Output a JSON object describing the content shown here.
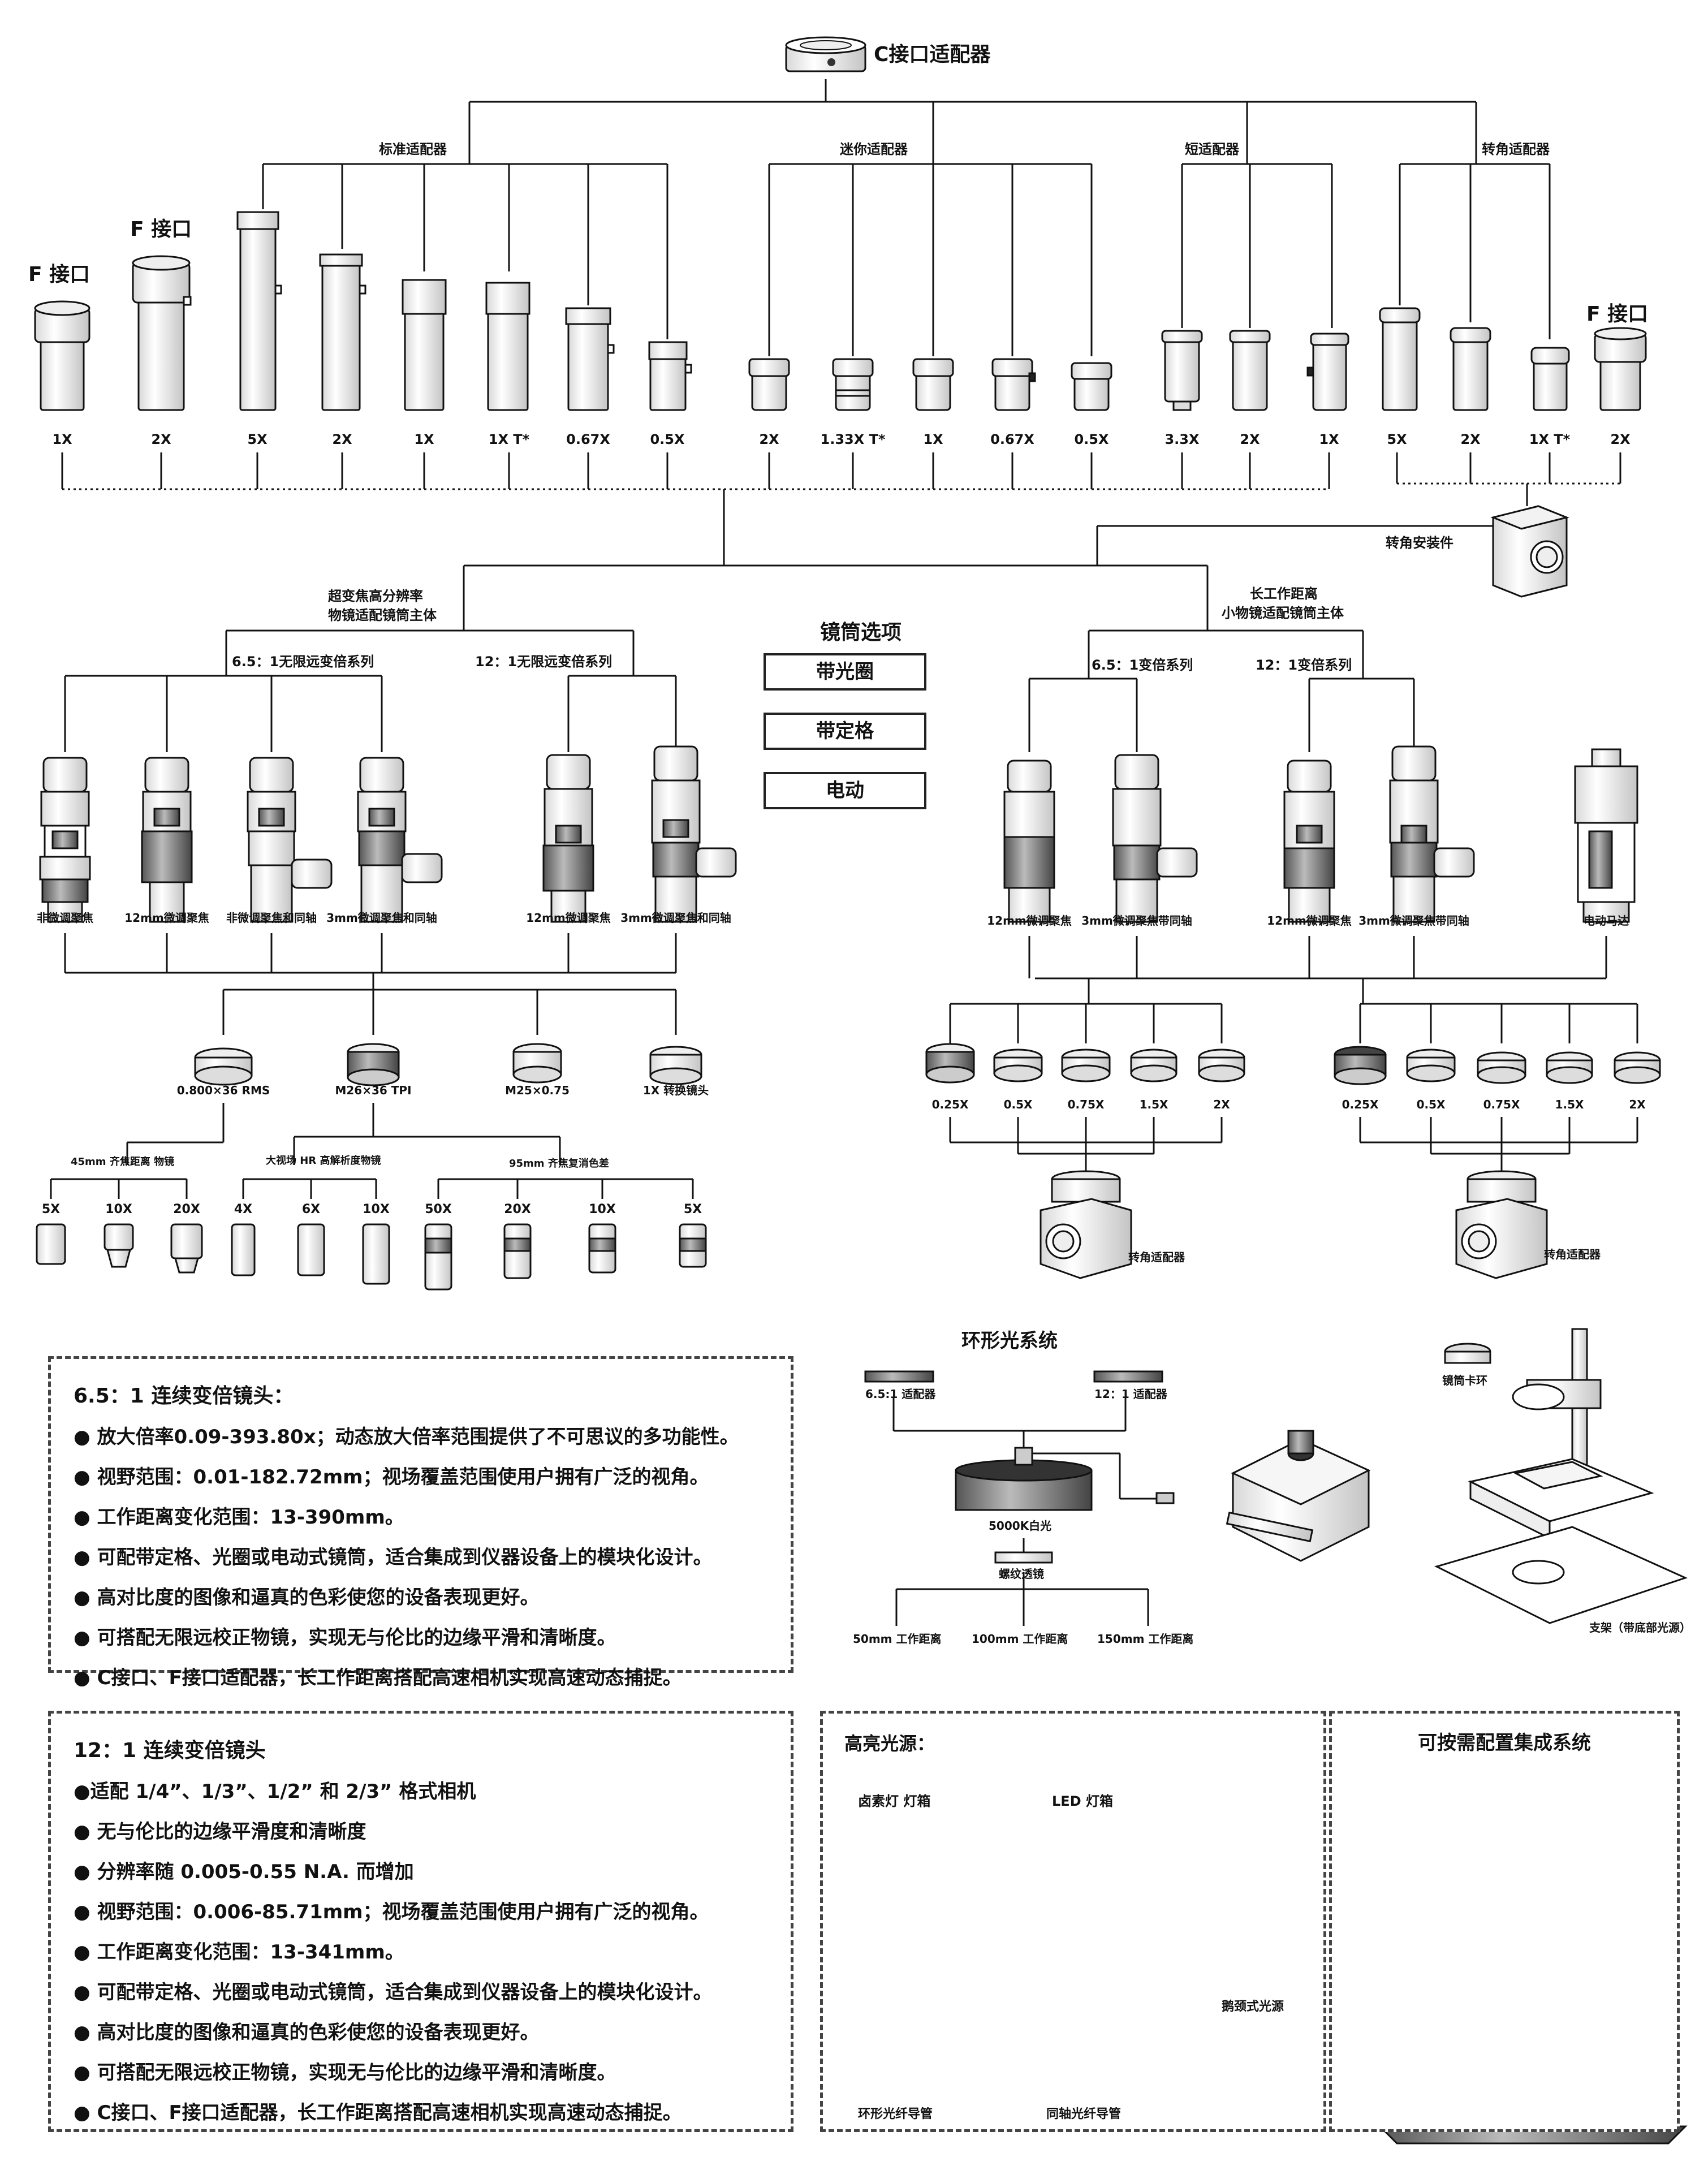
{
  "top": {
    "c_mount": "C接口适配器"
  },
  "groups": {
    "standard": "标准适配器",
    "mini": "迷你适配器",
    "short": "短适配器",
    "angle": "转角适配器"
  },
  "f_mount": "F 接口",
  "adapters": [
    {
      "label": "1X"
    },
    {
      "label": "2X"
    },
    {
      "label": "5X"
    },
    {
      "label": "2X"
    },
    {
      "label": "1X"
    },
    {
      "label": "1X  T*"
    },
    {
      "label": "0.67X"
    },
    {
      "label": "0.5X"
    },
    {
      "label": "2X"
    },
    {
      "label": "1.33X  T*"
    },
    {
      "label": "1X"
    },
    {
      "label": "0.67X"
    },
    {
      "label": "0.5X"
    },
    {
      "label": "3.3X"
    },
    {
      "label": "2X"
    },
    {
      "label": "1X"
    },
    {
      "label": "5X"
    },
    {
      "label": "2X"
    },
    {
      "label": "1X  T*"
    },
    {
      "label": "2X"
    }
  ],
  "angle_mount": "转角安装件",
  "tube_options": {
    "title": "镜筒选项",
    "items": [
      "带光圈",
      "带定格",
      "电动"
    ]
  },
  "left_body": {
    "title_line1": "超变焦高分辨率",
    "title_line2": "物镜适配镜筒主体",
    "series_a": "6.5：1无限远变倍系列",
    "series_b": "12：1无限远变倍系列",
    "units": [
      "非微调聚焦",
      "12mm微调聚焦",
      "非微调聚焦和同轴",
      "3mm微调聚焦和同轴",
      "12mm微调聚焦",
      "3mm微调聚焦和同轴"
    ]
  },
  "right_body": {
    "title_line1": "长工作距离",
    "title_line2": "小物镜适配镜筒主体",
    "series_a": "6.5：1变倍系列",
    "series_b": "12：1变倍系列",
    "units": [
      "12mm微调聚焦",
      "3mm微调聚焦带同轴",
      "12mm微调聚焦",
      "3mm微调聚焦带同轴",
      "电动马达"
    ]
  },
  "threads": [
    "0.800×36 RMS",
    "M26×36 TPI",
    "M25×0.75",
    "1X 转换镜头"
  ],
  "objective_groups": {
    "a": "45mm 齐焦距离 物镜",
    "b": "大视场 HR 高解析度物镜",
    "c": "95mm 齐焦复消色差"
  },
  "objectives": [
    "5X",
    "10X",
    "20X",
    "4X",
    "6X",
    "10X",
    "50X",
    "20X",
    "10X",
    "5X"
  ],
  "aux_left": [
    "0.25X",
    "0.5X",
    "0.75X",
    "1.5X",
    "2X"
  ],
  "aux_right": [
    "0.25X",
    "0.5X",
    "0.75X",
    "1.5X",
    "2X"
  ],
  "angle_adapter": "转角适配器",
  "ring_light": {
    "title": "环形光系统",
    "adapter_a": "6.5:1 适配器",
    "adapter_b": "12：1 适配器",
    "white": "5000K白光",
    "lens": "螺纹透镜",
    "distances": [
      "50mm 工作距离",
      "100mm 工作距离",
      "150mm 工作距离"
    ]
  },
  "stand": {
    "clamp": "镜筒卡环",
    "label": "支架（带底部光源）"
  },
  "spec_65": {
    "title": "6.5：1 连续变倍镜头：",
    "items": [
      "● 放大倍率0.09-393.80x；动态放大倍率范围提供了不可思议的多功能性。",
      "● 视野范围：0.01-182.72mm；视场覆盖范围使用户拥有广泛的视角。",
      "● 工作距离变化范围：13-390mm。",
      "● 可配带定格、光圈或电动式镜筒，适合集成到仪器设备上的模块化设计。",
      "●  高对比度的图像和逼真的色彩使您的设备表现更好。",
      "●  可搭配无限远校正物镜，实现无与伦比的边缘平滑和清晰度。",
      "●  C接口、F接口适配器，长工作距离搭配高速相机实现高速动态捕捉。"
    ]
  },
  "spec_12": {
    "title": "12：1 连续变倍镜头",
    "items": [
      "●适配 1/4”、1/3”、1/2” 和 2/3” 格式相机",
      "● 无与伦比的边缘平滑度和清晰度",
      "● 分辨率随 0.005-0.55 N.A. 而增加",
      "● 视野范围：0.006-85.71mm；视场覆盖范围使用户拥有广泛的视角。",
      "● 工作距离变化范围：13-341mm。",
      "● 可配带定格、光圈或电动式镜筒，适合集成到仪器设备上的模块化设计。",
      "●  高对比度的图像和逼真的色彩使您的设备表现更好。",
      "●  可搭配无限远校正物镜，实现无与伦比的边缘平滑和清晰度。",
      "●  C接口、F接口适配器，长工作距离搭配高速相机实现高速动态捕捉。"
    ]
  },
  "light_sources": {
    "title": "高亮光源：",
    "halogen": "卤素灯 灯箱",
    "led": "LED 灯箱",
    "gooseneck": "鹅颈式光源",
    "ring_fiber": "环形光纤导管",
    "coax_fiber": "同轴光纤导管"
  },
  "integrated": {
    "title": "可按需配置集成系统"
  }
}
